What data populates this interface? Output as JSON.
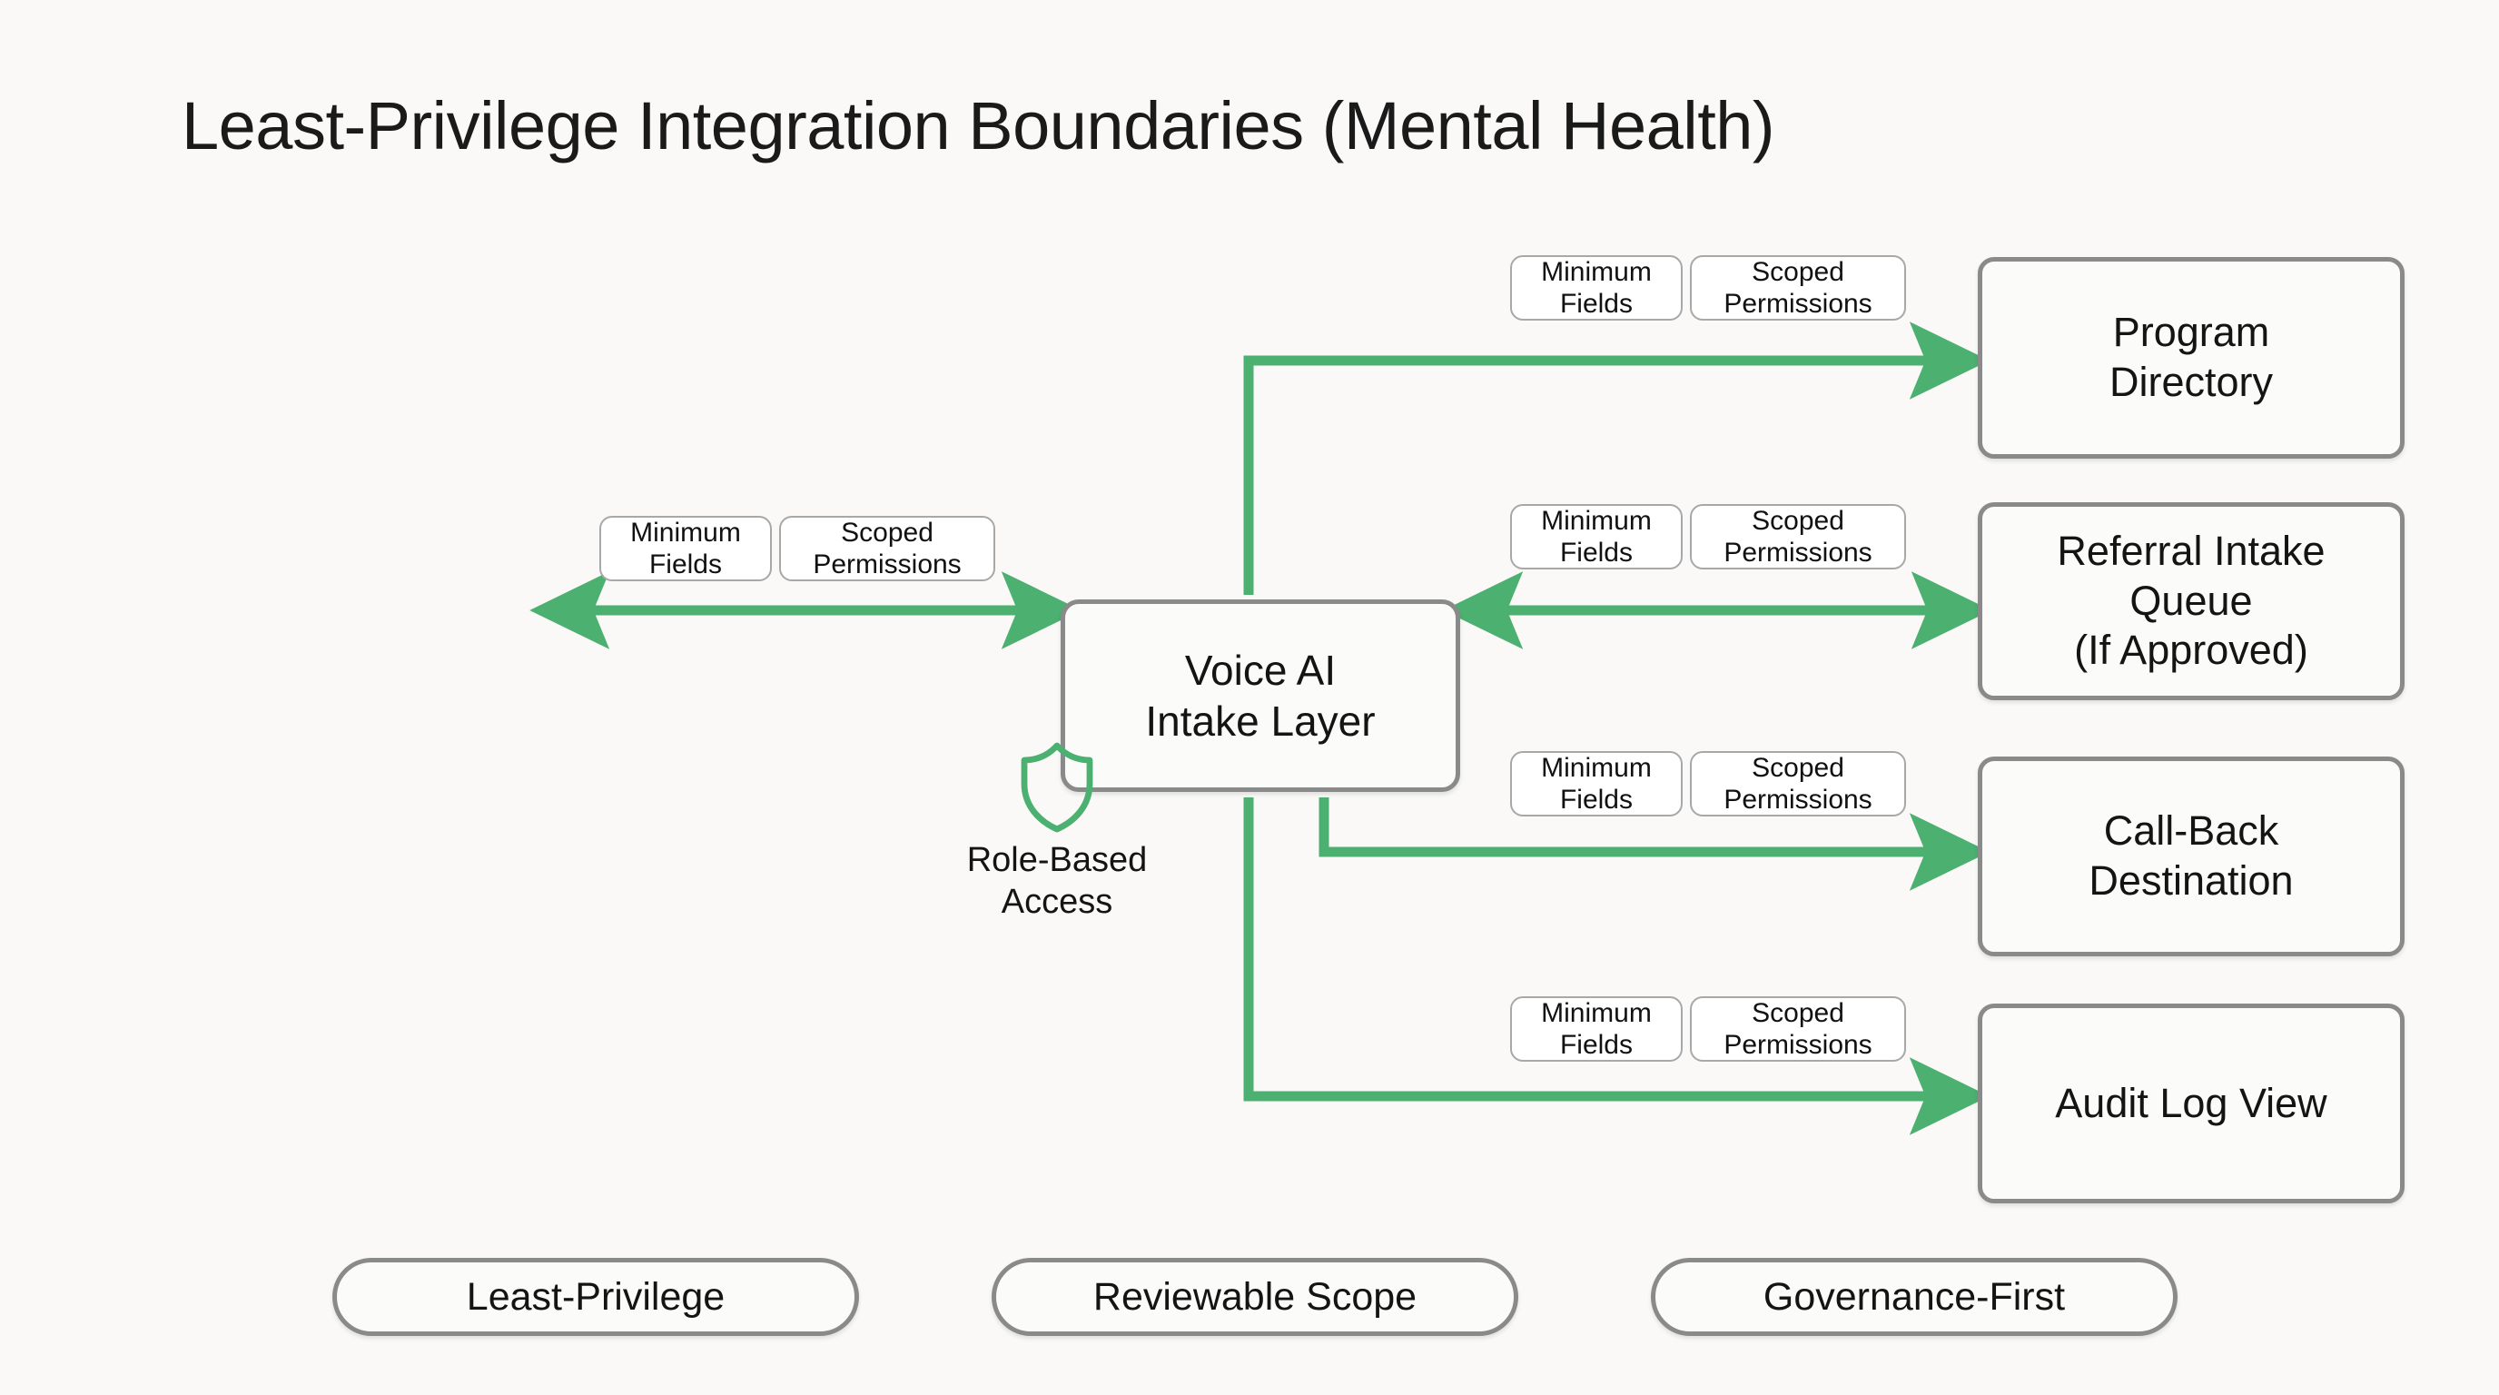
{
  "title": "Least-Privilege Integration Boundaries (Mental Health)",
  "colors": {
    "background": "#faf9f7",
    "node_border": "#8a8a8a",
    "node_fill": "#fbfbf9",
    "edge_green": "#4cb071",
    "chip_border": "#a8a8a8",
    "text": "#141414"
  },
  "center_node": {
    "line1": "Voice AI",
    "line2": "Intake Layer"
  },
  "badge": {
    "icon": "shield-icon",
    "label": "Role-Based\nAccess"
  },
  "destinations": [
    {
      "id": "program-directory",
      "line1": "Program",
      "line2": "Directory",
      "line3": ""
    },
    {
      "id": "referral-queue",
      "line1": "Referral Intake",
      "line2": "Queue",
      "line3": "(If Approved)"
    },
    {
      "id": "callback",
      "line1": "Call-Back",
      "line2": "Destination",
      "line3": ""
    },
    {
      "id": "audit-log",
      "line1": "Audit Log View",
      "line2": "",
      "line3": ""
    }
  ],
  "edge_labels": {
    "minimum_fields": "Minimum\nFields",
    "scoped_permissions": "Scoped\nPermissions"
  },
  "edges": [
    {
      "id": "edge-left",
      "label_min": "Minimum Fields",
      "label_scope": "Scoped Permissions",
      "direction": "bidirectional"
    },
    {
      "id": "edge-program-directory",
      "label_min": "Minimum Fields",
      "label_scope": "Scoped Permissions",
      "direction": "forward"
    },
    {
      "id": "edge-referral-queue",
      "label_min": "Minimum Fields",
      "label_scope": "Scoped Permissions",
      "direction": "bidirectional"
    },
    {
      "id": "edge-callback",
      "label_min": "Minimum Fields",
      "label_scope": "Scoped Permissions",
      "direction": "forward"
    },
    {
      "id": "edge-audit-log",
      "label_min": "Minimum Fields",
      "label_scope": "Scoped Permissions",
      "direction": "forward"
    }
  ],
  "footer_pills": [
    "Least-Privilege",
    "Reviewable Scope",
    "Governance-First"
  ]
}
